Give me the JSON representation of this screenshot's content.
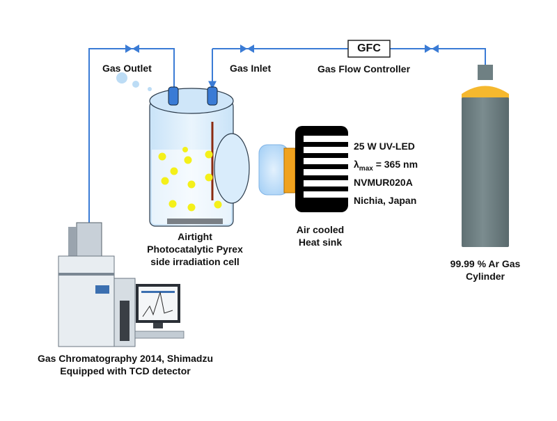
{
  "labels": {
    "gas_outlet": "Gas Outlet",
    "gas_inlet": "Gas Inlet",
    "gfc": "GFC",
    "gas_flow_controller": "Gas Flow Controller",
    "led_power": "25 W UV-LED",
    "lambda_symbol": "λ",
    "lambda_sub": "max",
    "lambda_value": " = 365 nm",
    "led_model": "NVMUR020A",
    "led_maker": "Nichia, Japan",
    "heat_sink_line1": "Air cooled",
    "heat_sink_line2": "Heat sink",
    "cell_line1": "Airtight",
    "cell_line2": "Photocatalytic Pyrex",
    "cell_line3": "side irradiation cell",
    "cylinder_line1": "99.99 % Ar Gas",
    "cylinder_line2": "Cylinder",
    "gc_line1": "Gas Chromatography 2014, Shimadzu",
    "gc_line2": "Equipped with  TCD detector"
  },
  "colors": {
    "pipe": "#3a7bd5",
    "cylinder_body": "#6f8083",
    "cylinder_cap": "#f5b82e",
    "cell_glass": "#d9ecfb",
    "particles": "#f4f01a",
    "led_window": "#f0a21e",
    "led_glow": "#bfe0fb"
  }
}
